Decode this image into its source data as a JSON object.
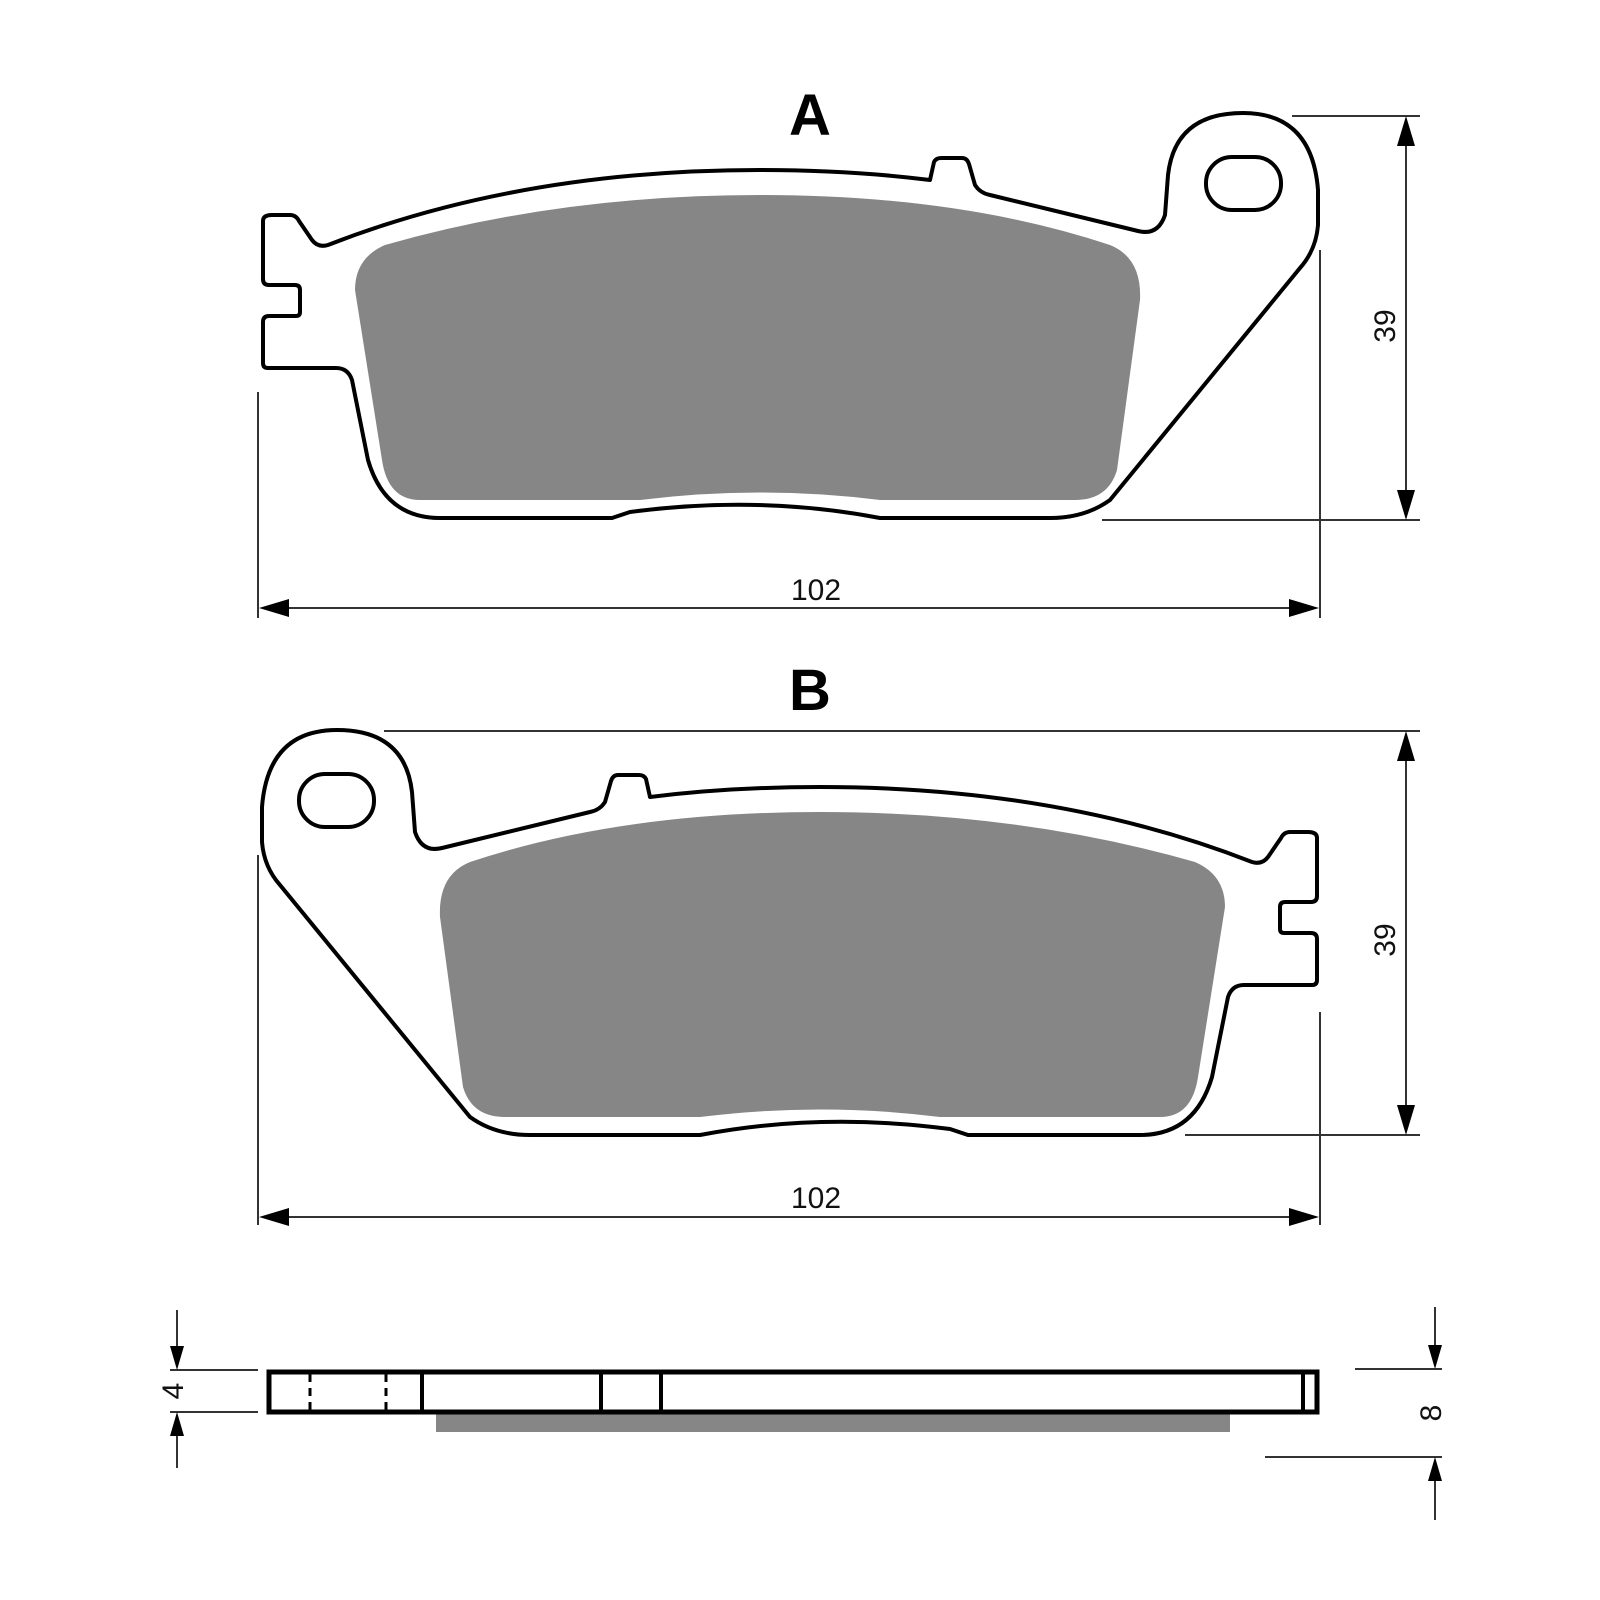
{
  "views": {
    "a": {
      "label": "A",
      "width_dim": "102",
      "height_dim": "39"
    },
    "b": {
      "label": "B",
      "width_dim": "102",
      "height_dim": "39"
    }
  },
  "profile": {
    "backing_thickness_dim": "4",
    "total_thickness_dim": "8"
  },
  "colors": {
    "friction_material": "#868686",
    "outline": "#000000",
    "background": "#ffffff"
  }
}
